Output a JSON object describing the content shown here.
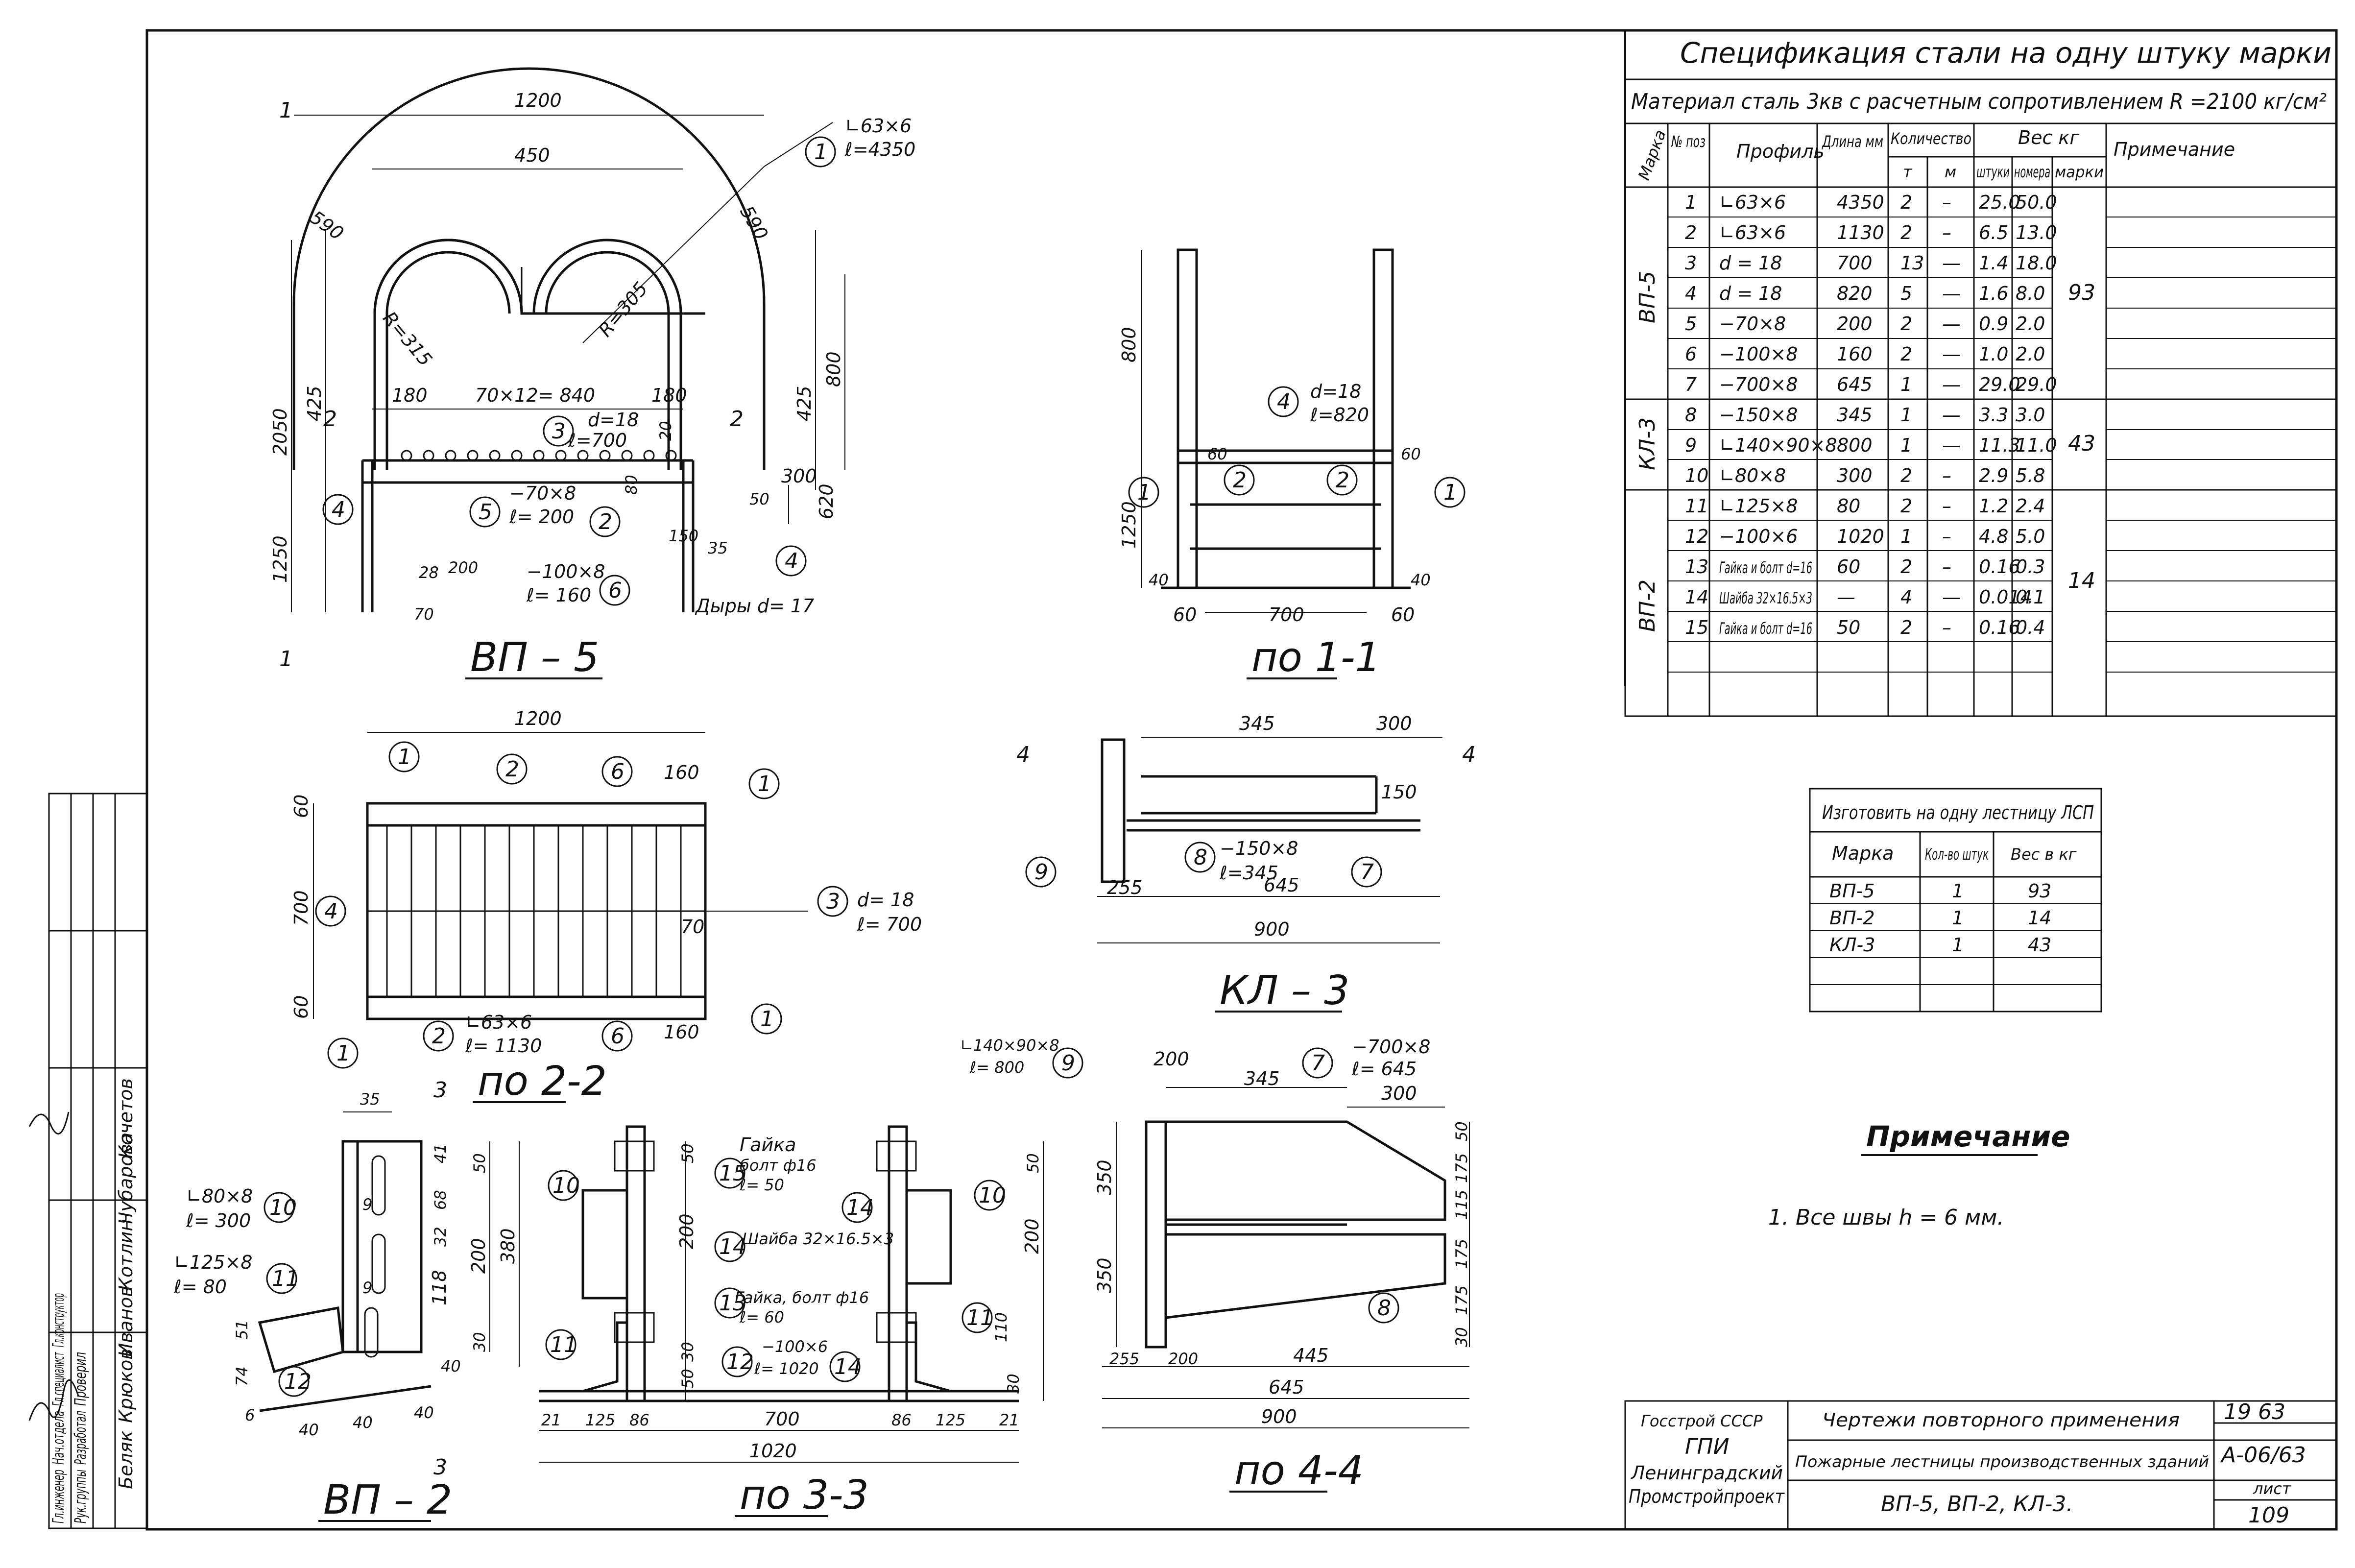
{
  "spec": {
    "title": "Спецификация стали на одну штуку марки",
    "material": "Материал сталь 3кв с расчетным сопротивлением R =2100 кг/см²",
    "headers": {
      "mark": "Марка",
      "pos": "№ поз",
      "profile": "Профиль",
      "length": "Длина мм",
      "qty": "Количество",
      "qty_t": "т",
      "qty_m": "м",
      "weight": "Вес кг",
      "w_piece": "штуки",
      "w_pos": "номера",
      "w_mark": "марки",
      "note": "Примечание"
    },
    "groups": [
      {
        "mark": "ВП-5",
        "total": "93"
      },
      {
        "mark": "КЛ-3",
        "total": "43"
      },
      {
        "mark": "ВП-2",
        "total": "14"
      }
    ],
    "rows": [
      {
        "pos": "1",
        "profile": "∟63×6",
        "length": "4350",
        "t": "2",
        "m": "–",
        "piece": "25.0",
        "posw": "50.0"
      },
      {
        "pos": "2",
        "profile": "∟63×6",
        "length": "1130",
        "t": "2",
        "m": "–",
        "piece": "6.5",
        "posw": "13.0"
      },
      {
        "pos": "3",
        "profile": "d = 18",
        "length": "700",
        "t": "13",
        "m": "—",
        "piece": "1.4",
        "posw": "18.0"
      },
      {
        "pos": "4",
        "profile": "d = 18",
        "length": "820",
        "t": "5",
        "m": "—",
        "piece": "1.6",
        "posw": "8.0"
      },
      {
        "pos": "5",
        "profile": "−70×8",
        "length": "200",
        "t": "2",
        "m": "—",
        "piece": "0.9",
        "posw": "2.0"
      },
      {
        "pos": "6",
        "profile": "−100×8",
        "length": "160",
        "t": "2",
        "m": "—",
        "piece": "1.0",
        "posw": "2.0"
      },
      {
        "pos": "7",
        "profile": "−700×8",
        "length": "645",
        "t": "1",
        "m": "—",
        "piece": "29.0",
        "posw": "29.0"
      },
      {
        "pos": "8",
        "profile": "−150×8",
        "length": "345",
        "t": "1",
        "m": "—",
        "piece": "3.3",
        "posw": "3.0"
      },
      {
        "pos": "9",
        "profile": "∟140×90×8",
        "length": "800",
        "t": "1",
        "m": "—",
        "piece": "11.3",
        "posw": "11.0"
      },
      {
        "pos": "10",
        "profile": "∟80×8",
        "length": "300",
        "t": "2",
        "m": "–",
        "piece": "2.9",
        "posw": "5.8"
      },
      {
        "pos": "11",
        "profile": "∟125×8",
        "length": "80",
        "t": "2",
        "m": "–",
        "piece": "1.2",
        "posw": "2.4"
      },
      {
        "pos": "12",
        "profile": "−100×6",
        "length": "1020",
        "t": "1",
        "m": "–",
        "piece": "4.8",
        "posw": "5.0"
      },
      {
        "pos": "13",
        "profile": "Гайка и болт d=16",
        "length": "60",
        "t": "2",
        "m": "–",
        "piece": "0.16",
        "posw": "0.3"
      },
      {
        "pos": "14",
        "profile": "Шайба 32×16.5×3",
        "length": "—",
        "t": "4",
        "m": "—",
        "piece": "0.014",
        "posw": "0.1"
      },
      {
        "pos": "15",
        "profile": "Гайка и болт d=16",
        "length": "50",
        "t": "2",
        "m": "–",
        "piece": "0.16",
        "posw": "0.4"
      }
    ]
  },
  "ladder_table": {
    "title": "Изготовить на одну лестницу ЛСП",
    "h_mark": "Марка",
    "h_qty": "Кол-во штук",
    "h_weight": "Вес в кг",
    "rows": [
      {
        "mark": "ВП-5",
        "qty": "1",
        "weight": "93"
      },
      {
        "mark": "ВП-2",
        "qty": "1",
        "weight": "14"
      },
      {
        "mark": "КЛ-3",
        "qty": "1",
        "weight": "43"
      }
    ]
  },
  "note": {
    "title": "Примечание",
    "text": "1. Все швы h = 6 мм."
  },
  "stamp": {
    "org1": "Госстрой СССР",
    "org2": "ГПИ",
    "org3": "Ленинградский",
    "org4": "Промстройпроект",
    "title1": "Чертежи повторного применения",
    "title2": "Пожарные лестницы производственных зданий",
    "title3": "ВП-5, ВП-2, КЛ-3.",
    "year": "19 63",
    "code": "А-06/63",
    "sheet_label": "лист",
    "sheet": "109"
  },
  "views": {
    "vp5": "ВП – 5",
    "s11": "по 1-1",
    "s22": "по 2-2",
    "s33": "по 3-3",
    "s44": "по 4-4",
    "kl3": "КЛ – 3",
    "vp2": "ВП – 2"
  },
  "vp5_dims": {
    "d1200": "1200",
    "d450": "450",
    "d590a": "590",
    "d590b": "590",
    "r315": "R=315",
    "r305": "R=305",
    "d2050": "2050",
    "d425a": "425",
    "d425b": "425",
    "d800": "800",
    "d1250": "1250",
    "d620": "620",
    "d300": "300",
    "d180a": "180",
    "d180b": "180",
    "d840": "70×12= 840",
    "d18": "d=18",
    "l700": "ℓ=700",
    "c1a": "∟63×6",
    "c1b": "ℓ=4350",
    "c5a": "−70×8",
    "c5b": "ℓ= 200",
    "c6a": "−100×8",
    "c6b": "ℓ= 160",
    "holes": "Дыры d= 17",
    "d200": "200",
    "d70": "70",
    "d28": "28",
    "d50": "50",
    "d20": "20",
    "d150": "150",
    "d35": "35",
    "d80": "80"
  },
  "s11_dims": {
    "d800": "800",
    "d1250": "1250",
    "d60a": "60",
    "d60b": "60",
    "d60c": "60",
    "d60d": "60",
    "d700": "700",
    "d40a": "40",
    "d40b": "40",
    "c4a": "d=18",
    "c4b": "ℓ=820"
  },
  "s22_dims": {
    "d1200": "1200",
    "d60a": "60",
    "d700": "700",
    "d60b": "60",
    "d160a": "160",
    "d160b": "160",
    "d70": "70",
    "c3a": "d= 18",
    "c3b": "ℓ= 700",
    "c2a": "∟63×6",
    "c2b": "ℓ= 1130"
  },
  "kl3_dims": {
    "d345": "345",
    "d300": "300",
    "d150": "150",
    "d255": "255",
    "d645": "645",
    "d900": "900",
    "c8a": "−150×8",
    "c8b": "ℓ=345"
  },
  "vp2_dims": {
    "d35": "35",
    "d50": "50",
    "d41": "41",
    "d68": "68",
    "d32": "32",
    "d200": "200",
    "d118": "118",
    "d380": "380",
    "d30": "30",
    "d51": "51",
    "d74": "74",
    "d6": "6",
    "d40a": "40",
    "d40b": "40",
    "d40c": "40",
    "d40d": "40",
    "d9a": "9",
    "d9b": "9",
    "c10a": "∟80×8",
    "c10b": "ℓ= 300",
    "c11a": "∟125×8",
    "c11b": "ℓ= 80"
  },
  "s33_dims": {
    "d50a": "50",
    "d200a": "200",
    "d30a": "30",
    "d50b": "50",
    "d50c": "50",
    "d200b": "200",
    "d110": "110",
    "d30b": "30",
    "d21a": "21",
    "d125a": "125",
    "d86a": "86",
    "d700": "700",
    "d86b": "86",
    "d125b": "125",
    "d21b": "21",
    "d1020": "1020",
    "c15a": "Гайка",
    "c15b": "болт ф16",
    "c15c": "ℓ= 50",
    "c14": "Шайба 32×16.5×3",
    "c13a": "Гайка, болт ф16",
    "c13b": "ℓ= 60",
    "c12a": "−100×6",
    "c12b": "ℓ= 1020"
  },
  "s44_dims": {
    "d200": "200",
    "d345": "345",
    "d300": "300",
    "d350a": "350",
    "d350b": "350",
    "d50": "50",
    "d175a": "175",
    "d115": "115",
    "d175b": "175",
    "d30": "30",
    "d175c": "175",
    "d255": "255",
    "d200b": "200",
    "d445": "445",
    "d645": "645",
    "d900": "900",
    "c9a": "∟140×90×8",
    "c9b": "ℓ= 800",
    "c7a": "−700×8",
    "c7b": "ℓ= 645"
  },
  "approvals": {
    "roles": [
      "Гл.инженер",
      "Нач.отдела",
      "Гл.специалист",
      "Гл.конструктор",
      "Рук.группы",
      "Разработал",
      "Проверил"
    ],
    "names": [
      "Беляк",
      "Крюков",
      "Иванов",
      "Котлин",
      "Чубарова",
      "Кочетов"
    ]
  }
}
